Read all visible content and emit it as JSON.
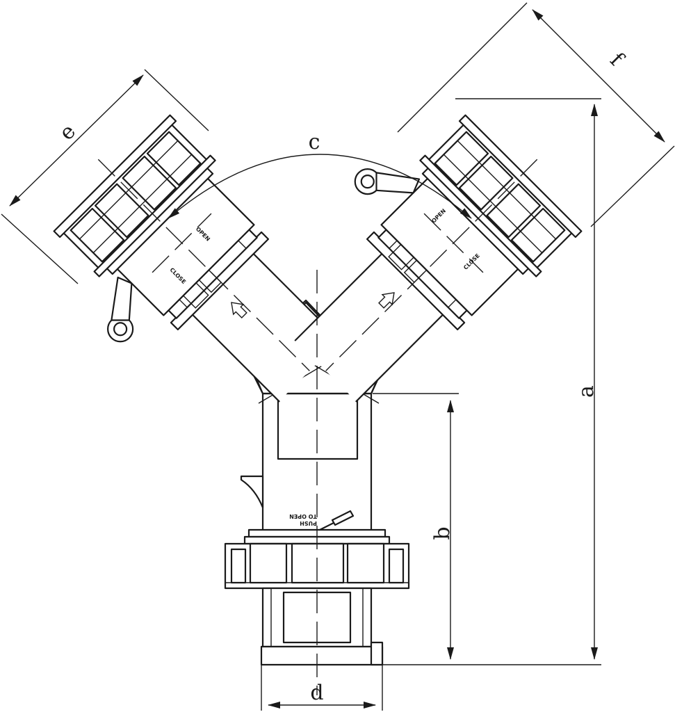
{
  "dimensions": {
    "a": "a",
    "b": "b",
    "c": "c",
    "d": "d",
    "e": "e",
    "f": "f"
  },
  "markings": {
    "close": "CLOSE",
    "open": "OPEN",
    "push_to_open_line1": "PUSH",
    "push_to_open_line2": "TO OPEN"
  },
  "colors": {
    "line": "#1a1a1a",
    "background": "#ffffff"
  }
}
